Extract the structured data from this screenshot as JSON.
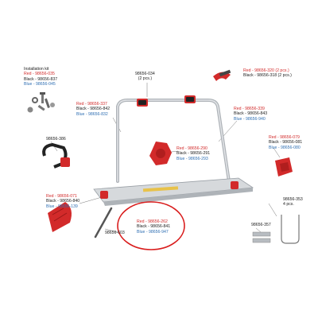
{
  "installation_kit": {
    "title": "Installation kit",
    "red": "Red - 98656-035",
    "black": "Black - 98656-837",
    "blue": "Blue - 98656-045"
  },
  "part_034": {
    "code": "98656-034",
    "qty": "(2 pcs.)"
  },
  "part_320": {
    "red": "Red - 98656-320 (2 pcs.)",
    "black": "Black - 98656-318 (2 pcs.)"
  },
  "part_337": {
    "red": "Red - 98656-337",
    "black": "Black - 98656-842",
    "blue": "Blue - 98656-832"
  },
  "part_339": {
    "red": "Red - 98656-339",
    "black": "Black - 98656-843",
    "blue": "Blue - 98656-940"
  },
  "part_386": {
    "code": "98656-386"
  },
  "part_290": {
    "red": "Red - 98656-290",
    "black": "Black - 98656-291",
    "blue": "Blue - 98656-293"
  },
  "part_079": {
    "red": "Red - 98656-079",
    "black": "Black - 98656-081",
    "blue": "Blue - 98656-080"
  },
  "part_071": {
    "red": "Red - 98656-071",
    "black": "Black - 98656-840",
    "blue": "Blue - 98656-139"
  },
  "part_353": {
    "code": "98656-353",
    "qty": "4 pcs."
  },
  "part_262": {
    "red": "Red - 98656-262",
    "black": "Black - 98656-841",
    "blue": "Blue - 98656-947"
  },
  "part_603": {
    "code": "98656-603"
  },
  "part_357": {
    "code": "98656-357"
  },
  "colors": {
    "red": "#d22a2a",
    "black": "#222222",
    "blue": "#2f6fb3",
    "aluminium": "#c9ccd0",
    "highlight": "#d91c1c"
  }
}
